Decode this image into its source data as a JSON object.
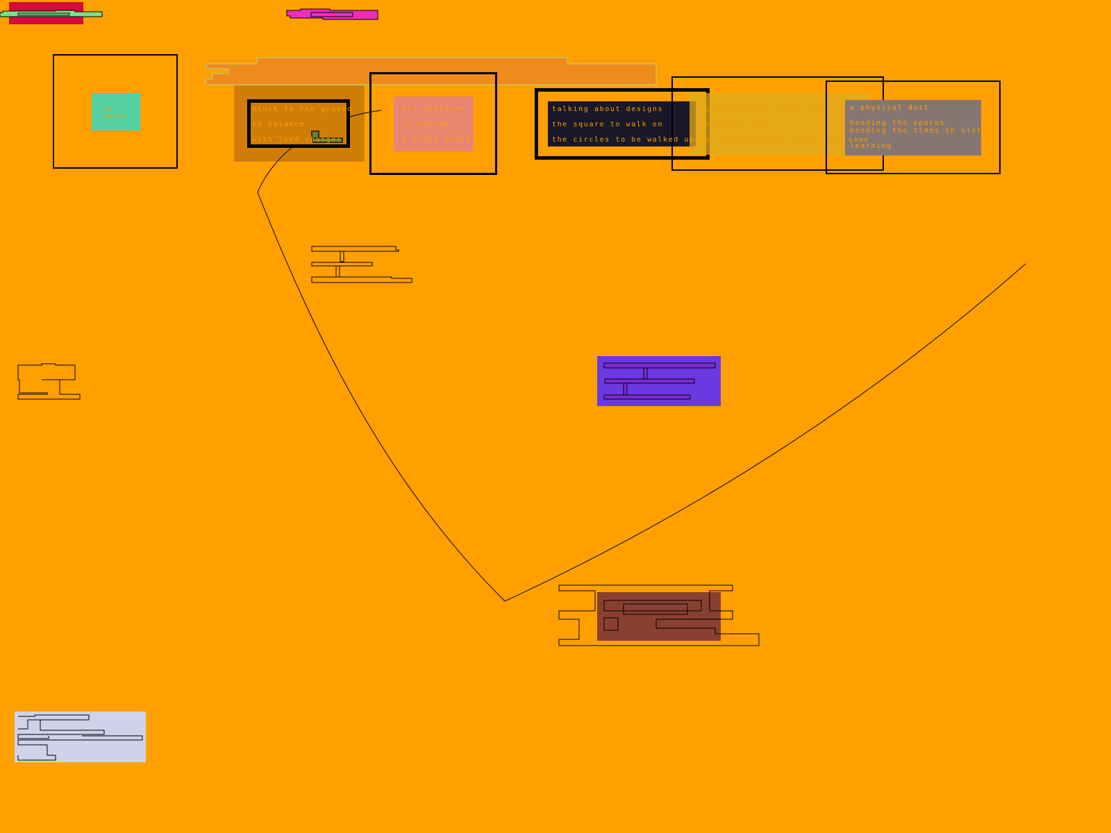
{
  "colors": {
    "background": "#ffa000",
    "crimson": "#d40b3c",
    "green": "#80e08a",
    "magenta": "#ee2ebb",
    "teal": "#55d0a0",
    "salmon": "#e98670",
    "navy": "#181828",
    "violet": "#6a3ae0",
    "maroon": "#8a4030",
    "lavender": "#cfd2e8",
    "grey": "#857672"
  },
  "pause_box": {
    "line1": "as",
    "line2": "pause"
  },
  "ground_box": {
    "lines": [
      "stuck to the ground",
      "in balance",
      "with loud changes"
    ]
  },
  "stations_box": {
    "lines": [
      "all stations",
      "in unions",
      "a fresh speed"
    ]
  },
  "designs_box": {
    "lines": [
      "talking about designs",
      "the square to walk on",
      "the circles to be walked upon"
    ]
  },
  "burdened_box": {
    "lines": [
      "burdened with final straws",
      "in every case",
      "the descriptions remain the same"
    ]
  },
  "dust_box": {
    "lines": [
      "a physical dust",
      "bending the spaces",
      "bending the times in slots",
      "learning"
    ]
  }
}
